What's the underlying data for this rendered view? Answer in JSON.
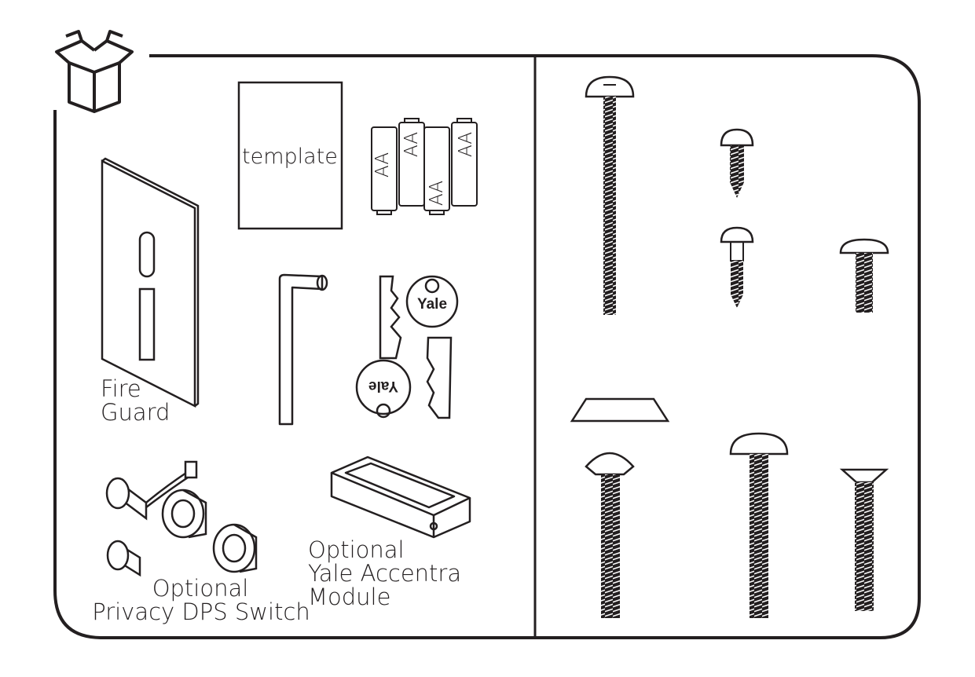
{
  "colors": {
    "line": "#231f20",
    "background": "#ffffff"
  },
  "header": {
    "icon": "box-icon"
  },
  "left_panel": {
    "fire_guard": {
      "line1": "Fire",
      "line2": "Guard"
    },
    "template_label": "template",
    "batteries": [
      "AA",
      "AA",
      "AA",
      "AA"
    ],
    "hex_key": "hex-key-icon",
    "keys": {
      "brand": "Yale"
    },
    "dps": {
      "line1": "Optional",
      "line2": "Privacy DPS Switch"
    },
    "accentra": {
      "line1": "Optional",
      "line2": "Yale Accentra",
      "line3": "Module"
    }
  },
  "right_panel": {
    "screws": [
      "long-machine-screw-icon",
      "small-wood-screw-icon",
      "shoulder-wood-screw-icon",
      "short-machine-screw-icon",
      "spacer-icon",
      "oval-head-screw-icon",
      "pan-head-screw-icon",
      "flat-head-screw-icon"
    ]
  }
}
